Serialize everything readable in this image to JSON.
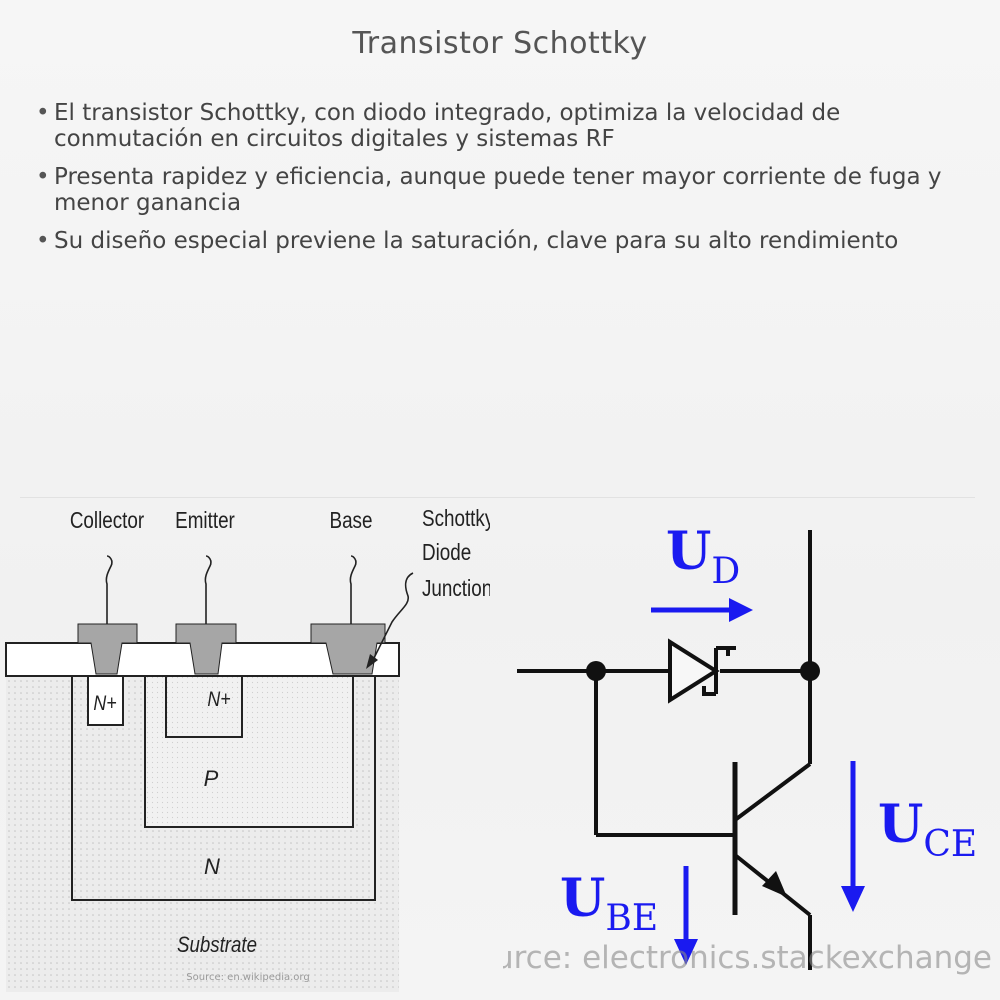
{
  "title": "Transistor Schottky",
  "bullets": [
    "El transistor Schottky, con diodo integrado, optimiza la velocidad de conmutación en circuitos digitales y sistemas RF",
    "Presenta rapidez y eficiencia, aunque puede tener mayor corriente de fuga y menor ganancia",
    "Su diseño especial previene la saturación, clave para su alto rendimiento"
  ],
  "cross_section": {
    "terminals": [
      "Collector",
      "Emitter",
      "Base"
    ],
    "schottky_label": [
      "Schottky",
      "Diode",
      "Junction"
    ],
    "regions": {
      "n_plus_1": "N+",
      "n_plus_2": "N+",
      "p": "P",
      "n": "N",
      "substrate": "Substrate"
    },
    "source": "Source: en.wikipedia.org"
  },
  "circuit": {
    "ud_main": "U",
    "ud_sub": "D",
    "uce_main": "U",
    "uce_sub": "CE",
    "ube_main": "U",
    "ube_sub": "BE",
    "source": "Source: electronics.stackexchange"
  },
  "colors": {
    "arrow": "#1a1af0",
    "text": "#444444",
    "oxide": "#a6a6a6"
  }
}
